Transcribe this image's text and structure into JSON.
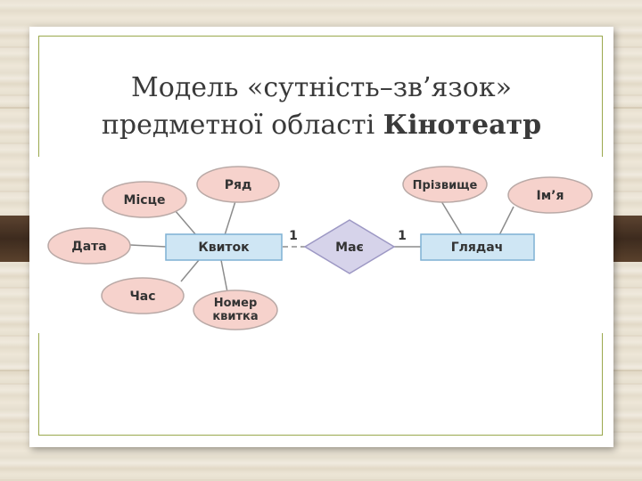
{
  "title": {
    "line1": "Модель «сутність–зв’язок»",
    "line2_prefix": "предметної області ",
    "line2_bold": "Кінотеатр"
  },
  "diagram": {
    "entities": [
      {
        "id": "ticket",
        "label": "Квиток"
      },
      {
        "id": "viewer",
        "label": "Глядач"
      }
    ],
    "relationship": {
      "label": "Має",
      "left_cardinality": "1",
      "right_cardinality": "1"
    },
    "attributes": [
      {
        "id": "row",
        "label": "Ряд",
        "entity": "ticket"
      },
      {
        "id": "seat",
        "label": "Місце",
        "entity": "ticket"
      },
      {
        "id": "date",
        "label": "Дата",
        "entity": "ticket"
      },
      {
        "id": "time",
        "label": "Час",
        "entity": "ticket"
      },
      {
        "id": "ticket_number",
        "label_line1": "Номер",
        "label_line2": "квитка",
        "entity": "ticket"
      },
      {
        "id": "surname",
        "label": "Прізвище",
        "entity": "viewer"
      },
      {
        "id": "name",
        "label": "Ім’я",
        "entity": "viewer"
      }
    ],
    "colors": {
      "attribute_fill": "#f6d2cc",
      "attribute_stroke": "#b9a9a6",
      "entity_fill": "#cfe6f4",
      "entity_stroke": "#7fb0d4",
      "relationship_fill": "#d6d3ea",
      "relationship_stroke": "#9d98c4",
      "line": "#8c8c8c"
    }
  }
}
